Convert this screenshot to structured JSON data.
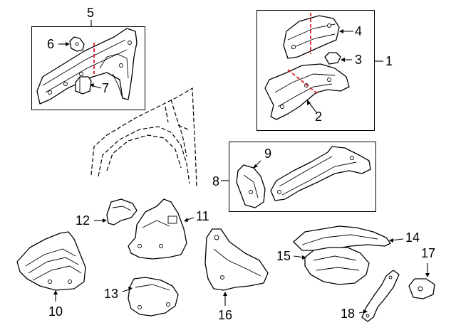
{
  "diagram": {
    "labels": {
      "l1": "1",
      "l2": "2",
      "l3": "3",
      "l4": "4",
      "l5": "5",
      "l6": "6",
      "l7": "7",
      "l8": "8",
      "l9": "9",
      "l10": "10",
      "l11": "11",
      "l12": "12",
      "l13": "13",
      "l14": "14",
      "l15": "15",
      "l16": "16",
      "l17": "17",
      "l18": "18"
    },
    "colors": {
      "outline": "#000000",
      "cut_line": "#e0202a",
      "background": "#ffffff"
    }
  }
}
